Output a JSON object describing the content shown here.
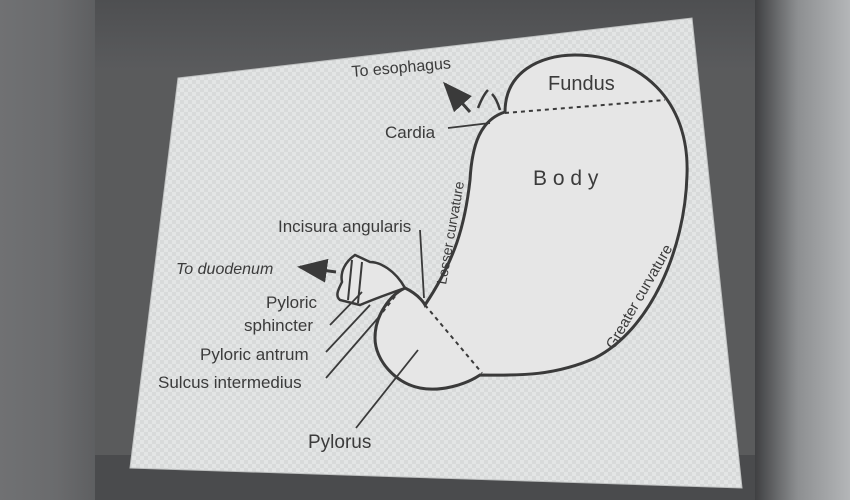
{
  "diagram": {
    "labels": {
      "to_esophagus": "To esophagus",
      "fundus": "Fundus",
      "cardia": "Cardia",
      "body": "B o d y",
      "lesser_curvature": "Lesser curvature",
      "incisura_angularis": "Incisura angularis",
      "to_duodenum": "To duodenum",
      "pyloric_sphincter_line1": "Pyloric",
      "pyloric_sphincter_line2": "sphincter",
      "pyloric_antrum": "Pyloric antrum",
      "sulcus_intermedius": "Sulcus intermedius",
      "pylorus": "Pylorus",
      "greater_curvature": "Greater curvature"
    },
    "colors": {
      "screen": "#e2e4e4",
      "organ_fill": "#e6e6e6",
      "outline": "#3a3a3a",
      "text": "#3b3b3b"
    }
  }
}
